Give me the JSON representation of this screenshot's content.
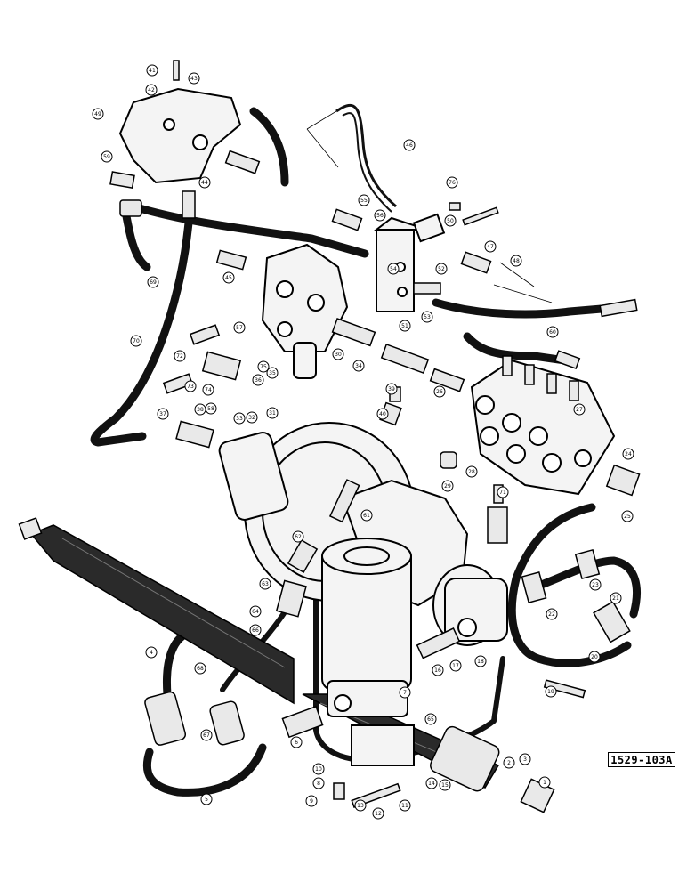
{
  "diagram": {
    "figure_code": "1529-103A",
    "callouts": [
      "1",
      "2",
      "3",
      "4",
      "5",
      "6",
      "7",
      "8",
      "9",
      "10",
      "11",
      "12",
      "13",
      "14",
      "15",
      "16",
      "17",
      "18",
      "19",
      "20",
      "21",
      "22",
      "23",
      "24",
      "25",
      "26",
      "27",
      "28",
      "29",
      "30",
      "31",
      "32",
      "33",
      "34",
      "35",
      "36",
      "37",
      "38",
      "39",
      "40",
      "41",
      "42",
      "43",
      "44",
      "45",
      "46",
      "47",
      "48",
      "49",
      "50",
      "51",
      "52",
      "53",
      "54",
      "55",
      "56",
      "57",
      "58",
      "59",
      "60",
      "61",
      "62",
      "63",
      "64",
      "65",
      "66",
      "67",
      "68",
      "69",
      "70",
      "71",
      "72",
      "73",
      "74",
      "75",
      "76"
    ],
    "colors": {
      "ink": "#111111",
      "paper": "#ffffff"
    }
  }
}
